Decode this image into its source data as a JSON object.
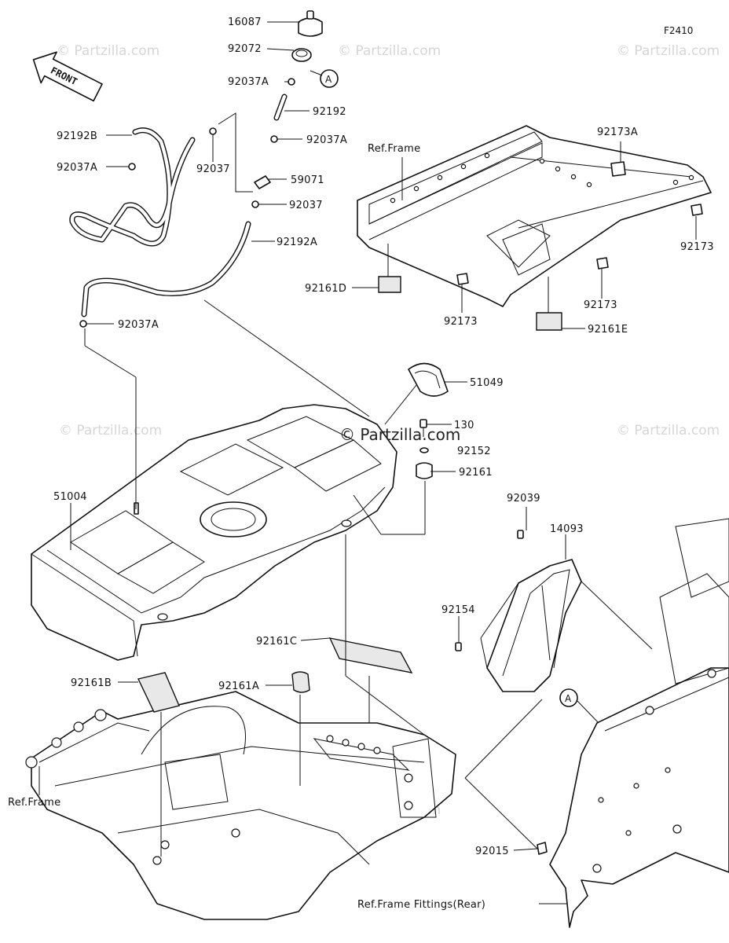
{
  "figure_id": "F2410",
  "watermark_text": "© Partzilla.com",
  "direction_label": "FRONT",
  "callout_marker": "A",
  "part_labels": [
    {
      "key": "p16087",
      "text": "16087"
    },
    {
      "key": "p92072",
      "text": "92072"
    },
    {
      "key": "p92037a_1",
      "text": "92037A"
    },
    {
      "key": "p92192",
      "text": "92192"
    },
    {
      "key": "p92192b",
      "text": "92192B"
    },
    {
      "key": "p92037a_2",
      "text": "92037A"
    },
    {
      "key": "p92037_1",
      "text": "92037"
    },
    {
      "key": "p92037a_3",
      "text": "92037A"
    },
    {
      "key": "p59071",
      "text": "59071"
    },
    {
      "key": "p92037_2",
      "text": "92037"
    },
    {
      "key": "p92192a",
      "text": "92192A"
    },
    {
      "key": "p92037a_4",
      "text": "92037A"
    },
    {
      "key": "refframe_top",
      "text": "Ref.Frame"
    },
    {
      "key": "p92173a",
      "text": "92173A"
    },
    {
      "key": "p92173_1",
      "text": "92173"
    },
    {
      "key": "p92161d",
      "text": "92161D"
    },
    {
      "key": "p92173_2",
      "text": "92173"
    },
    {
      "key": "p92173_3",
      "text": "92173"
    },
    {
      "key": "p92161e",
      "text": "92161E"
    },
    {
      "key": "p51049",
      "text": "51049"
    },
    {
      "key": "p130",
      "text": "130"
    },
    {
      "key": "p92152",
      "text": "92152"
    },
    {
      "key": "p92161",
      "text": "92161"
    },
    {
      "key": "p51004",
      "text": "51004"
    },
    {
      "key": "p92039",
      "text": "92039"
    },
    {
      "key": "p14093",
      "text": "14093"
    },
    {
      "key": "p92154",
      "text": "92154"
    },
    {
      "key": "p92161c",
      "text": "92161C"
    },
    {
      "key": "p92161b",
      "text": "92161B"
    },
    {
      "key": "p92161a",
      "text": "92161A"
    },
    {
      "key": "refframe_bottom",
      "text": "Ref.Frame"
    },
    {
      "key": "p92015",
      "text": "92015"
    },
    {
      "key": "refframe_fittings",
      "text": "Ref.Frame Fittings(Rear)"
    }
  ]
}
